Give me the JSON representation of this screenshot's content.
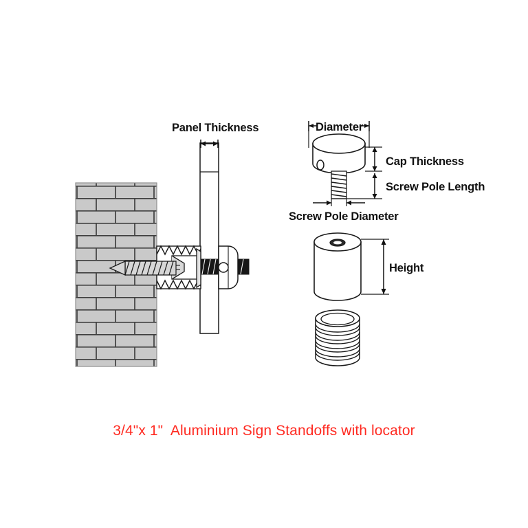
{
  "figure": {
    "title_caption": "3/4\"x 1\"  Aluminium Sign Standoffs with locator",
    "caption_color": "#ff2a21",
    "background_color": "#ffffff",
    "line_color": "#1a1a1a",
    "brick_color": "#c9c9c9"
  },
  "labels": {
    "panel_thickness": "Panel Thickness",
    "diameter": "Diameter",
    "cap_thickness": "Cap Thickness",
    "screw_pole_length": "Screw Pole Length",
    "screw_pole_diameter": "Screw Pole Diameter",
    "height": "Height"
  },
  "views": {
    "assembly": {
      "name": "Wall mounted cross-section assembly",
      "parts": [
        "brick-wall",
        "wood-screw",
        "standoff-barrel",
        "sign-panel",
        "cap-head"
      ]
    },
    "cap": {
      "name": "Cap with threaded screw pole",
      "parts": [
        "cap-cylinder",
        "set-screw-hole",
        "threaded-stud"
      ]
    },
    "barrel": {
      "name": "Standoff barrel",
      "parts": [
        "barrel-cylinder",
        "center-bore"
      ]
    },
    "locator": {
      "name": "Threaded locator",
      "parts": [
        "locator-threads"
      ]
    }
  }
}
